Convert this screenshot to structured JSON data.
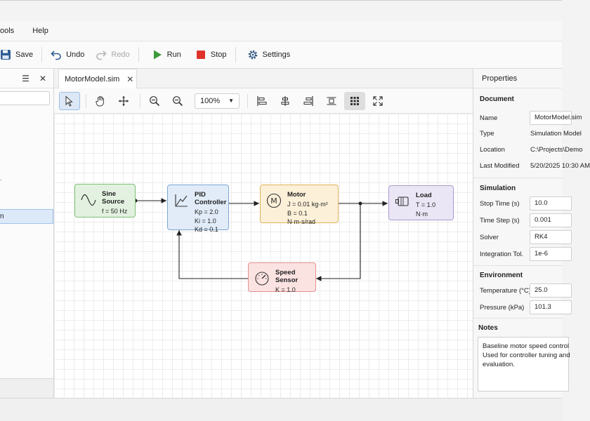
{
  "menu": [
    "ools",
    "Help"
  ],
  "toolbar": {
    "save": "Save",
    "undo": "Undo",
    "redo": "Redo",
    "run": "Run",
    "stop": "Stop",
    "settings": "Settings"
  },
  "left_panel": {
    "selected_item_fragment": "n",
    "fragment_below": "."
  },
  "editor": {
    "tab_label": "MotorModel.sim",
    "zoom": "100%"
  },
  "diagram": {
    "blocks": [
      {
        "id": "sine",
        "title": "Sine Source",
        "lines": [
          "f = 50 Hz"
        ]
      },
      {
        "id": "pid",
        "title": "PID Controller",
        "lines": [
          "Kp = 2.0",
          "Ki = 1.0",
          "Kd = 0.1"
        ]
      },
      {
        "id": "motor",
        "title": "Motor",
        "lines": [
          "J = 0.01 kg·m²",
          "B = 0.1 N·m·s/rad"
        ]
      },
      {
        "id": "load",
        "title": "Load",
        "lines": [
          "T = 1.0 N·m"
        ]
      },
      {
        "id": "sensor",
        "title": "Speed Sensor",
        "lines": [
          "K = 1.0"
        ]
      }
    ],
    "colors": {
      "sine": "#e3f2e0",
      "pid": "#e1ecf8",
      "motor": "#fcf0d8",
      "load": "#ebe6f5",
      "sensor": "#fbe3e2"
    }
  },
  "properties": {
    "title": "Properties",
    "document": {
      "heading": "Document",
      "name_label": "Name",
      "name_value": "MotorModel.sim",
      "type_label": "Type",
      "type_value": "Simulation Model",
      "location_label": "Location",
      "location_value": "C:\\Projects\\Demo",
      "modified_label": "Last Modified",
      "modified_value": "5/20/2025 10:30 AM"
    },
    "simulation": {
      "heading": "Simulation",
      "stop_time_label": "Stop Time (s)",
      "stop_time_value": "10.0",
      "time_step_label": "Time Step (s)",
      "time_step_value": "0.001",
      "solver_label": "Solver",
      "solver_value": "RK4",
      "tol_label": "Integration Tol.",
      "tol_value": "1e-6"
    },
    "environment": {
      "heading": "Environment",
      "temp_label": "Temperature (°C)",
      "temp_value": "25.0",
      "pressure_label": "Pressure (kPa)",
      "pressure_value": "101.3"
    },
    "notes": {
      "heading": "Notes",
      "text": "Baseline motor speed control\nUsed for controller tuning and\nevaluation."
    }
  }
}
